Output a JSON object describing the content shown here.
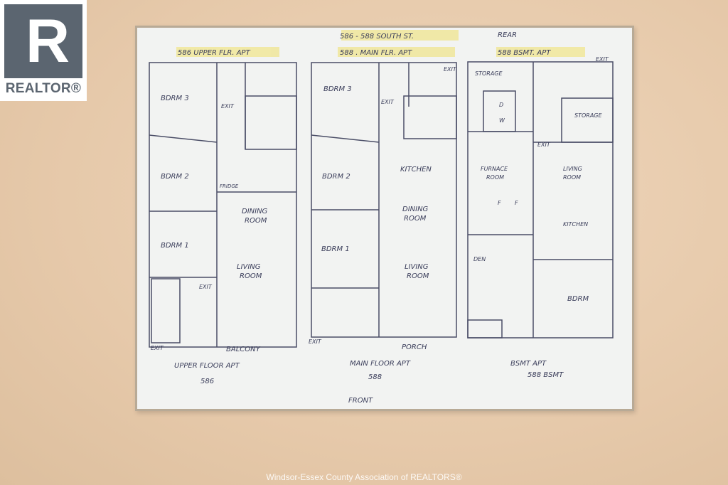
{
  "logo": {
    "text": "REALTOR®",
    "icon": "realtor-r-logo"
  },
  "watermark": "Windsor-Essex County Association of REALTORS®",
  "plan": {
    "address": "586 - 588 SOUTH ST.",
    "rear": "REAR",
    "front": "FRONT",
    "upper": {
      "heading": "586 UPPER FLR. APT",
      "caption": "UPPER FLOOR APT",
      "number": "586",
      "outside": "BALCONY",
      "rooms": [
        "BDRM 3",
        "BDRM 2",
        "BDRM 1",
        "DINING",
        "ROOM",
        "LIVING",
        "ROOM",
        "FRIDGE"
      ],
      "exit": "EXIT"
    },
    "main": {
      "heading": "588 . MAIN FLR. APT",
      "caption": "MAIN FLOOR APT",
      "number": "588",
      "outside": "PORCH",
      "rooms": [
        "BDRM 3",
        "BDRM 2",
        "BDRM 1",
        "KITCHEN",
        "DINING",
        "ROOM",
        "LIVING",
        "ROOM"
      ],
      "exit": "EXIT"
    },
    "bsmt": {
      "heading": "588 BSMT. APT",
      "caption": "BSMT APT",
      "number": "588 BSMT",
      "rooms": [
        "STORAGE",
        "STORAGE",
        "FURNACE",
        "ROOM",
        "LIVING",
        "ROOM",
        "KITCHEN",
        "DEN",
        "BDRM",
        "D",
        "W",
        "F",
        "F"
      ],
      "exit": "EXIT"
    }
  }
}
